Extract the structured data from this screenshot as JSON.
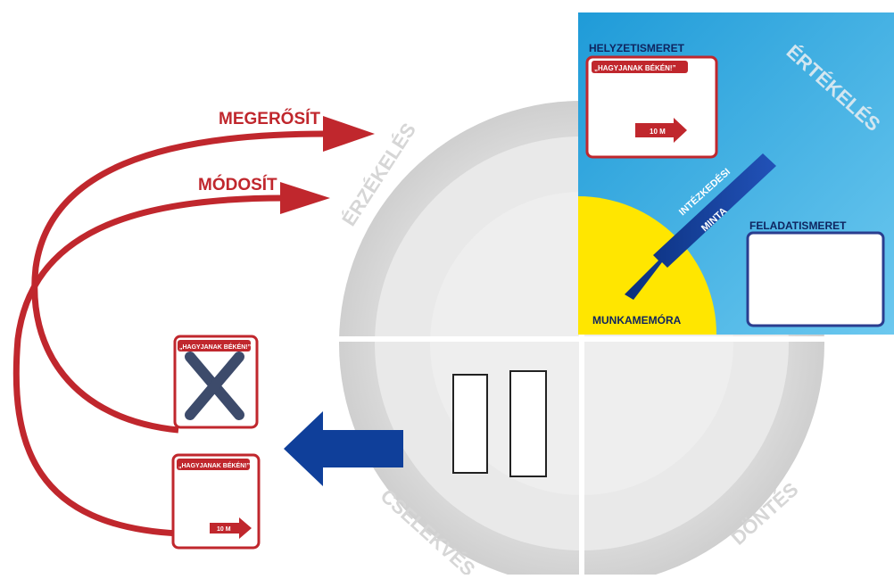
{
  "arrows": {
    "reinforce_label": "MEGERŐSÍT",
    "modify_label": "MÓDOSÍT"
  },
  "quadrants": {
    "sensing": "ÉRZÉKELÉS",
    "evaluation": "ÉRTÉKELÉS",
    "decision": "DÖNTÉS",
    "action": "CSELEKVÉS"
  },
  "evaluation_panel": {
    "situation_title": "HELYZETISMERET",
    "task_title": "FELADATISMERET",
    "working_memory": "MUNKAMEMÓRA",
    "pattern_line1": "INTÉZKEDÉSI",
    "pattern_line2": "MINTA",
    "speech": "„HAGYJANAK BÉKÉN!”",
    "distance": "10 M"
  },
  "left_cards": {
    "speech_top": "„HAGYJANAK BÉKÉN!”",
    "speech_bottom": "„HAGYJANAK BÉKÉN!”",
    "distance_bottom": "10 M"
  },
  "colors": {
    "arrow_red": "#c0272d",
    "panel_blue": "#29a8e0",
    "memory_yellow": "#ffe600",
    "pattern_arrow_blue": "#1f47a8",
    "action_arrow_blue": "#0f3f9a",
    "wheel_gray": "#dcdcdc"
  }
}
